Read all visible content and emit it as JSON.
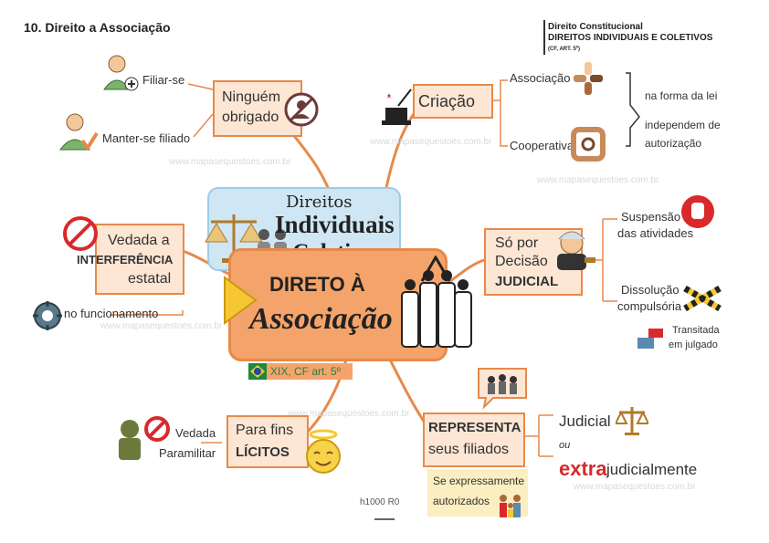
{
  "title": "10. Direito a Associação",
  "header": {
    "line1": "Direito Constitucional",
    "line2": "DIREITOS INDIVIDUAIS E COLETIVOS",
    "line3": "(CF, ART. 5º)"
  },
  "center": {
    "top_line1": "Direitos",
    "top_line2": "Individuais",
    "top_line3": "e Coletivos",
    "main_line1": "DIRETO À",
    "main_line2": "Associação",
    "ref": "XIX, CF art. 5º"
  },
  "ninguem": {
    "line1": "Ninguém",
    "line2": "obrigado",
    "filiar": "Filiar-se",
    "manter": "Manter-se filiado"
  },
  "vedada": {
    "line1": "Vedada a",
    "line2": "INTERFERÊNCIA",
    "line3": "estatal",
    "func": "no funcionamento"
  },
  "fins": {
    "line1": "Para fins",
    "line2": "LÍCITOS",
    "vedada": "Vedada",
    "paramilitar": "Paramilitar"
  },
  "criacao": {
    "label": "Criação",
    "associacao": "Associação",
    "cooperativa": "Cooperativa",
    "forma": "na forma da lei",
    "independem": "independem de",
    "autorizacao": "autorização"
  },
  "decisao": {
    "line1": "Só por",
    "line2": "Decisão",
    "line3": "JUDICIAL",
    "suspensao1": "Suspensão",
    "suspensao2": "das atividades",
    "dissolucao1": "Dissolução",
    "dissolucao2": "compulsória",
    "transitada1": "Transitada",
    "transitada2": "em julgado"
  },
  "representa": {
    "line1": "REPRESENTA",
    "line2": "seus filiados",
    "judicial": "Judicial",
    "ou": "ou",
    "extra": "extra",
    "judicialmente": "judicialmente",
    "expressamente1": "Se expressamente",
    "expressamente2": "autorizados"
  },
  "footer": "h1000 R0",
  "watermark": "www.mapasequestoes.com.br",
  "colors": {
    "accent": "#e8894a",
    "node_fill": "#fde6d4",
    "center_fill": "#f4a46a",
    "blue_fill": "#cfe6f5",
    "red": "#d9292a"
  }
}
